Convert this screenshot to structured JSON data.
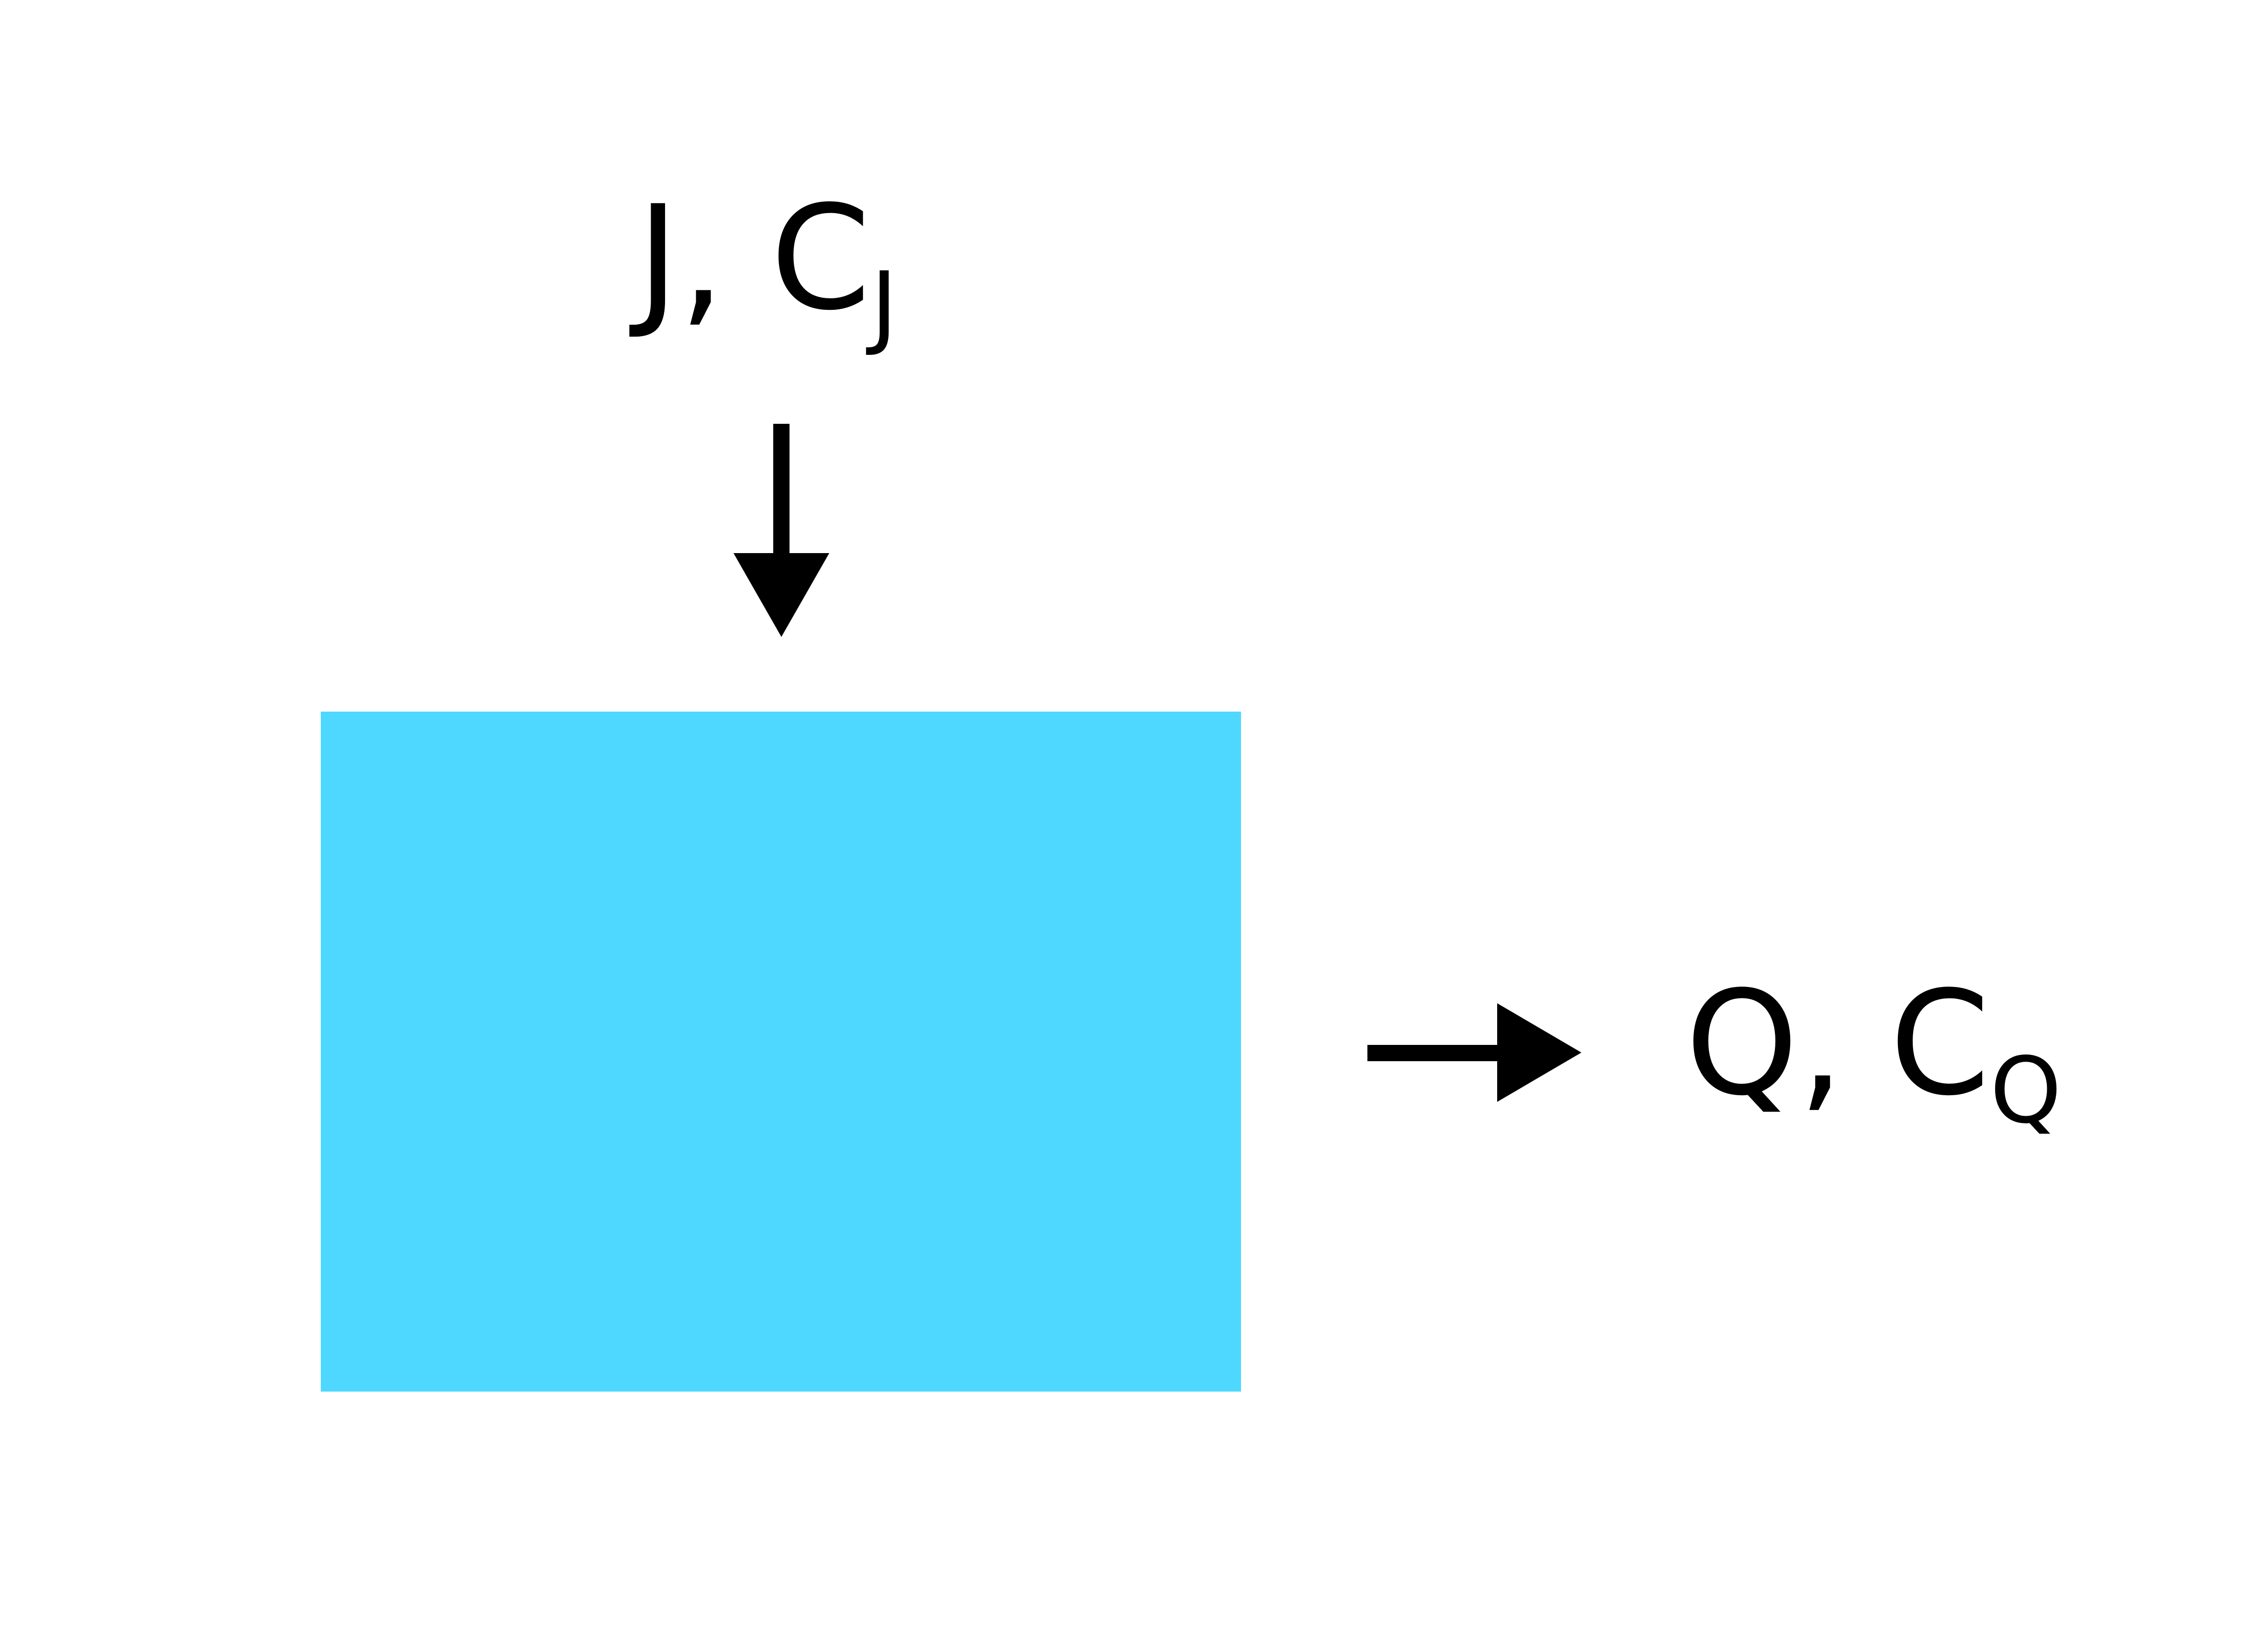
{
  "diagram": {
    "box_color": "#4fd8ff",
    "arrow_color": "#000000",
    "input": {
      "main_text": "J, C",
      "subscript": "J"
    },
    "output": {
      "main_text": "Q, C",
      "subscript": "Q"
    },
    "icons": {
      "input_arrow": "down-arrow-icon",
      "output_arrow": "right-arrow-icon"
    }
  }
}
